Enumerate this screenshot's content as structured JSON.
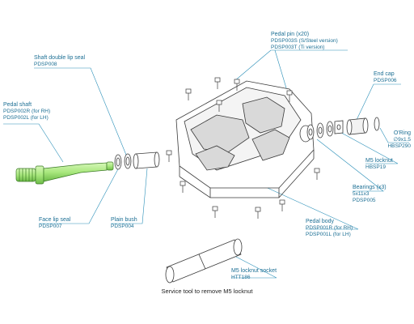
{
  "diagram": {
    "caption": "Service tool to remove M5 locknut",
    "parts": {
      "pedal_pin": {
        "title": "Pedal pin (x20)",
        "lines": [
          "PDSP003S (S/Steel version)",
          "PDSP003T (Ti version)"
        ]
      },
      "shaft_seal": {
        "title": "Shaft double lip seal",
        "lines": [
          "PDSP008"
        ]
      },
      "end_cap": {
        "title": "End cap",
        "lines": [
          "PDSP006"
        ]
      },
      "pedal_shaft": {
        "title": "Pedal shaft",
        "lines": [
          "PDSP002R (for RH)",
          "PDSP002L (for LH)"
        ]
      },
      "oring": {
        "title": "O'Ring",
        "lines": [
          "∅9x1.5",
          "HBSP290"
        ]
      },
      "m5_locknut": {
        "title": "M5 locknut",
        "lines": [
          "HBSP19"
        ]
      },
      "bearings": {
        "title": "Bearings (x3)",
        "lines": [
          "5x11x3",
          "PDSP005"
        ]
      },
      "face_seal": {
        "title": "Face lip seal",
        "lines": [
          "PDSP007"
        ]
      },
      "plain_bush": {
        "title": "Plain bush",
        "lines": [
          "PDSP004"
        ]
      },
      "pedal_body": {
        "title": "Pedal body",
        "lines": [
          "PDSP001R (for RH)",
          "PDSP001L (for LH)"
        ]
      },
      "locknut_socket": {
        "title": "M5 locknut socket",
        "lines": [
          "HTT186"
        ]
      }
    }
  },
  "colors": {
    "label": "#1c6f94",
    "leader": "#2a8fb8",
    "outline": "#3a3a3a",
    "shaft": "#a9e87e",
    "shaft_dark": "#5fae3d"
  }
}
